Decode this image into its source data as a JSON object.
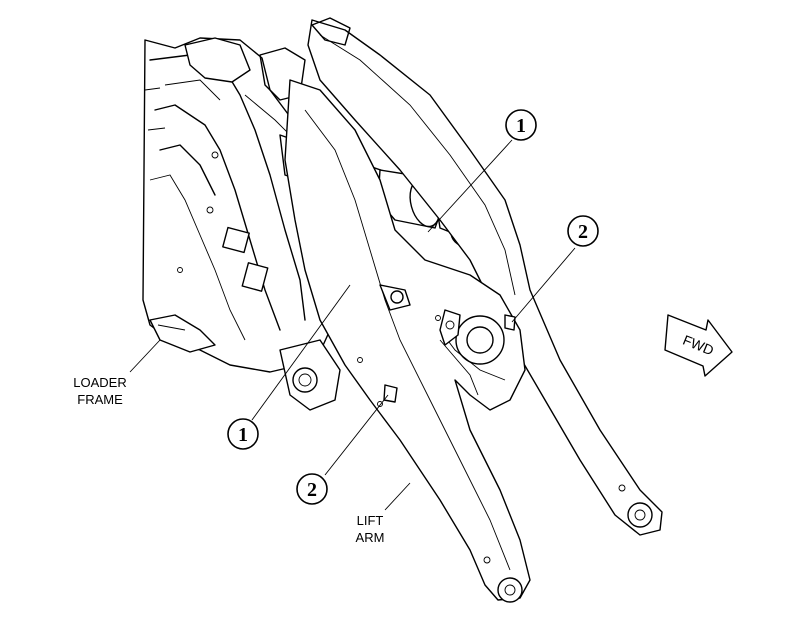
{
  "labels": {
    "loader_frame_line1": "LOADER",
    "loader_frame_line2": "FRAME",
    "lift_arm_line1": "LIFT",
    "lift_arm_line2": "ARM",
    "direction": "FWD"
  },
  "callouts": [
    {
      "number": "1"
    },
    {
      "number": "1"
    },
    {
      "number": "2"
    },
    {
      "number": "2"
    }
  ]
}
